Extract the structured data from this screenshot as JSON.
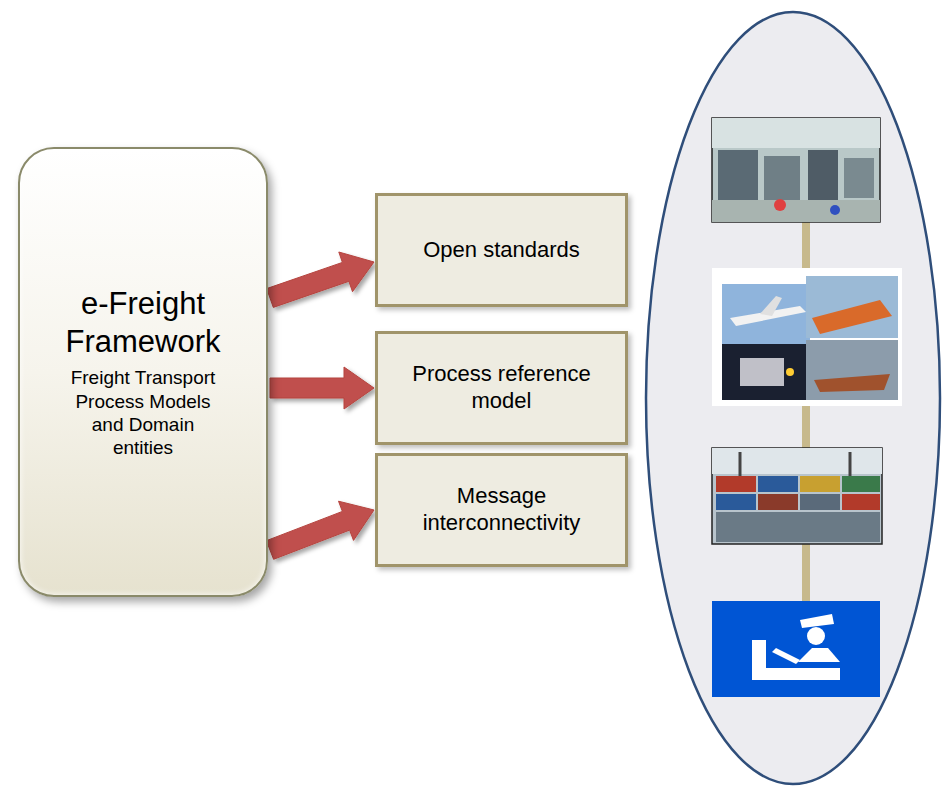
{
  "diagram": {
    "nodes": [
      {
        "text": [
          "e-Freight Framework",
          "Freight Transport Process Models and Domain entities"
        ]
      },
      {
        "text": [
          "Open standards"
        ]
      },
      {
        "text": [
          "Process reference model"
        ]
      },
      {
        "text": [
          "Message interconnectivity"
        ]
      }
    ],
    "edges": [
      {
        "from": 0,
        "to": 1,
        "arrow": "to"
      },
      {
        "from": 0,
        "to": 2,
        "arrow": "to"
      },
      {
        "from": 0,
        "to": 3,
        "arrow": "to"
      }
    ]
  }
}
